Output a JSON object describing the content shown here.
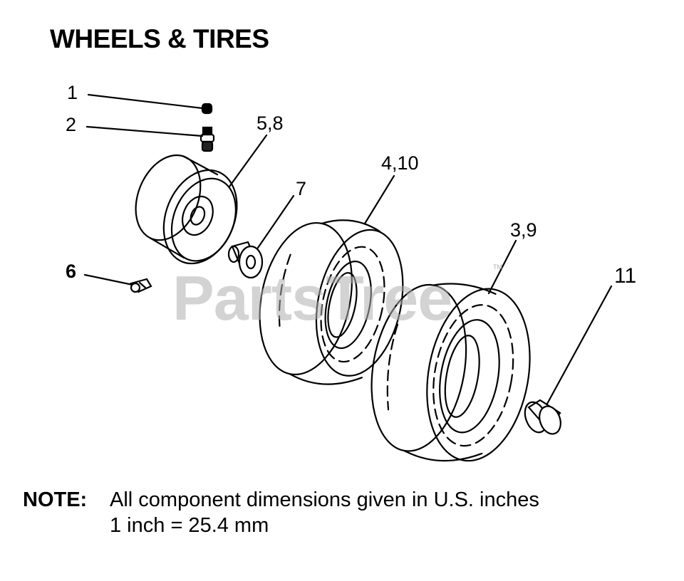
{
  "title": "WHEELS & TIRES",
  "callouts": {
    "c1": "1",
    "c2": "2",
    "c58": "5,8",
    "c7": "7",
    "c410": "4,10",
    "c39": "3,9",
    "c6": "6",
    "c11": "11"
  },
  "watermark": "PartsTree",
  "watermark_tm": "TM",
  "note": {
    "label": "NOTE:",
    "line1": "All component dimensions given in U.S. inches",
    "line2": "1 inch = 25.4 mm"
  }
}
